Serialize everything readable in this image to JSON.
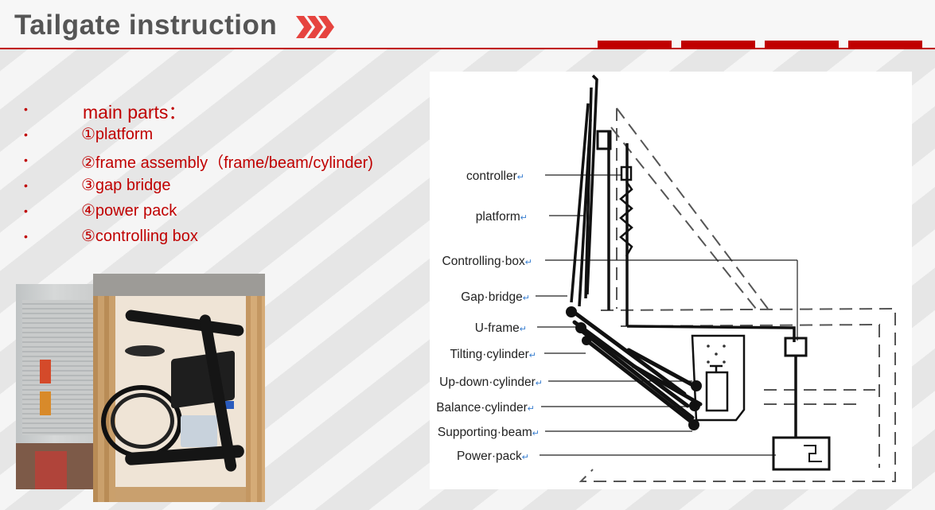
{
  "header": {
    "title": "Tailgate instruction"
  },
  "main_parts": {
    "heading": "main parts：",
    "items": [
      "①platform",
      "②frame assembly（frame/beam/cylinder)",
      "③gap bridge",
      "④power pack",
      "⑤controlling box"
    ]
  },
  "diagram": {
    "labels": [
      "controller",
      "platform",
      "Controlling·box",
      "Gap·bridge",
      "U-frame",
      "Tilting·cylinder",
      "Up-down·cylinder",
      "Balance·cylinder",
      "Supporting·beam",
      "Power·pack"
    ],
    "return_mark": "↵"
  },
  "colors": {
    "accent": "#c00000",
    "title": "#555555"
  }
}
